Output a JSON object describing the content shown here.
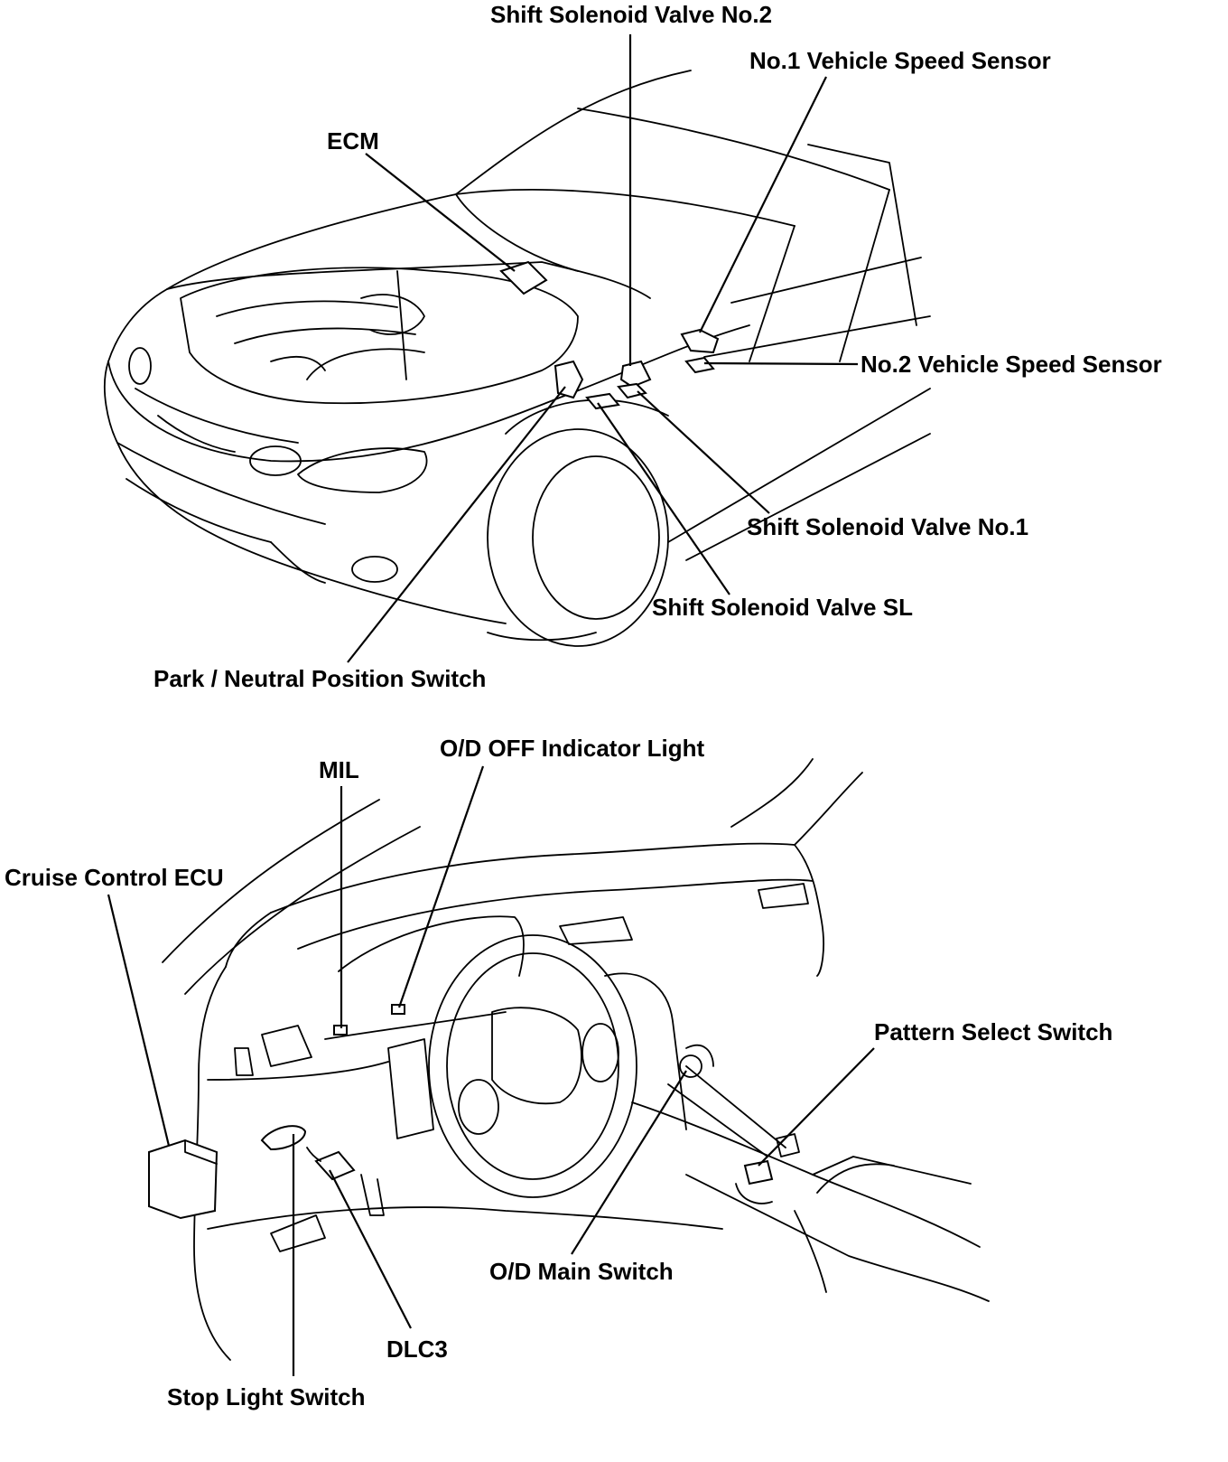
{
  "top_diagram": {
    "labels": {
      "shift_solenoid_valve_no2": "Shift Solenoid Valve No.2",
      "no1_vehicle_speed_sensor": "No.1 Vehicle Speed Sensor",
      "ecm": "ECM",
      "no2_vehicle_speed_sensor": "No.2 Vehicle Speed Sensor",
      "shift_solenoid_valve_no1": "Shift Solenoid Valve No.1",
      "shift_solenoid_valve_sl": "Shift Solenoid Valve SL",
      "park_neutral_position_switch": "Park / Neutral Position Switch"
    }
  },
  "bottom_diagram": {
    "labels": {
      "od_off_indicator_light": "O/D OFF Indicator Light",
      "mil": "MIL",
      "cruise_control_ecu": "Cruise Control ECU",
      "pattern_select_switch": "Pattern Select Switch",
      "od_main_switch": "O/D Main Switch",
      "dlc3": "DLC3",
      "stop_light_switch": "Stop Light Switch"
    }
  }
}
